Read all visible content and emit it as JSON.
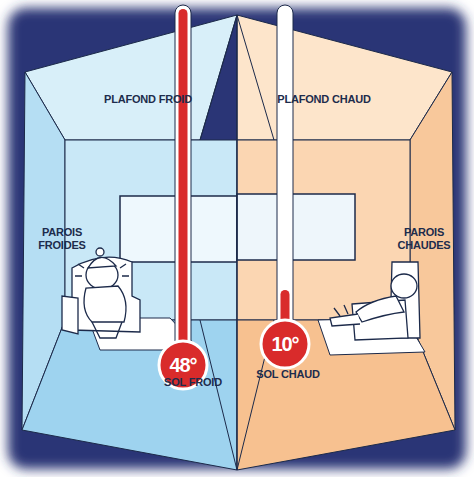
{
  "diagram": {
    "nodes": [
      {
        "text": [
          "48°"
        ]
      },
      {
        "text": [
          "10°"
        ]
      }
    ],
    "labels": [
      "PLAFOND FROID",
      "PAROIS FROIDES",
      "SOL FROID",
      "PLAFOND CHAUD",
      "PAROIS CHAUDES",
      "SOL CHAUD"
    ]
  }
}
